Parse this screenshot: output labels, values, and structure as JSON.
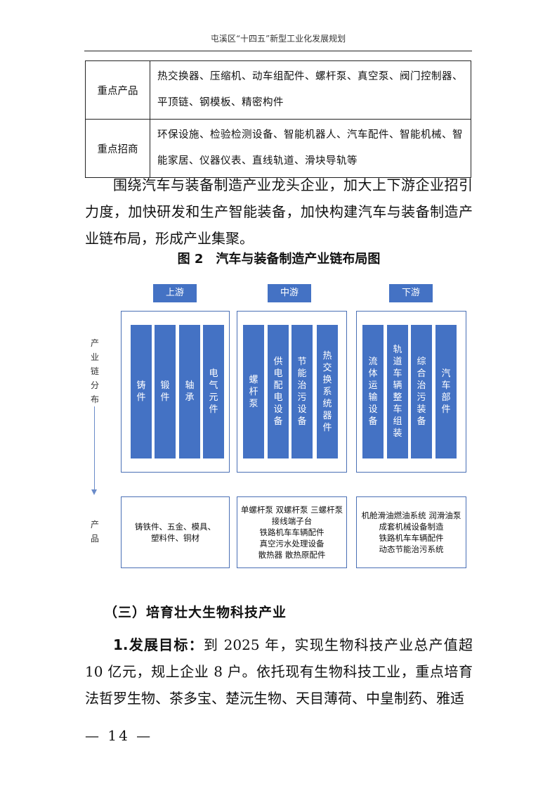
{
  "header": {
    "title": "屯溪区“十四五”新型工业化发展规划"
  },
  "key_table": {
    "rows": [
      {
        "key": "重点产品",
        "value": "热交换器、压缩机、动车组配件、螺杆泵、真空泵、阀门控制器、平顶链、钢模板、精密构件"
      },
      {
        "key": "重点招商",
        "value": "环保设施、检验检测设备、智能机器人、汽车配件、智能机械、智能家居、仪器仪表、直线轨道、滑块导轨等"
      }
    ]
  },
  "paragraph1": "围绕汽车与装备制造产业龙头企业，加大上下游企业招引力度，加快研发和生产智能装备，加快构建汽车与装备制造产业链布局，形成产业集聚。",
  "figure": {
    "title": "图 2　汽车与装备制造产业链布局图",
    "side_labels": {
      "chain": "产业链分布",
      "products": "产品"
    },
    "stages": [
      {
        "label": "上游",
        "items": [
          "铸件",
          "锻件",
          "轴承",
          "电气元件"
        ],
        "products": [
          "铸铁件、五金、模具、",
          "塑料件、铜材"
        ]
      },
      {
        "label": "中游",
        "items": [
          "螺杆泵",
          "供电配电设备",
          "节能治污设备",
          "热交换系统器件"
        ],
        "products": [
          "单螺杆泵 双螺杆泵 三螺杆泵",
          "接线端子台",
          "铁路机车车辆配件",
          "真空污水处理设备",
          "散热器 散热原配件"
        ]
      },
      {
        "label": "下游",
        "items": [
          "流体运输设备",
          "轨道车辆整车组装",
          "综合治污装备",
          "汽车部件"
        ],
        "products": [
          "机舱滑油燃油系统 润滑油泵",
          "成套机械设备制造",
          "铁路机车车辆配件",
          "动态节能治污系统"
        ]
      }
    ]
  },
  "section": {
    "heading": "（三）培育壮大生物科技产业",
    "goal_label": "1.发展目标：",
    "goal_text": "到 2025 年，实现生物科技产业总产值超 10 亿元，规上企业 8 户。依托现有生物科技工业，重点培育法哲罗生物、茶多宝、楚沅生物、天目薄荷、中皇制药、雅适"
  },
  "footer": {
    "page_number": "— 14 —"
  }
}
